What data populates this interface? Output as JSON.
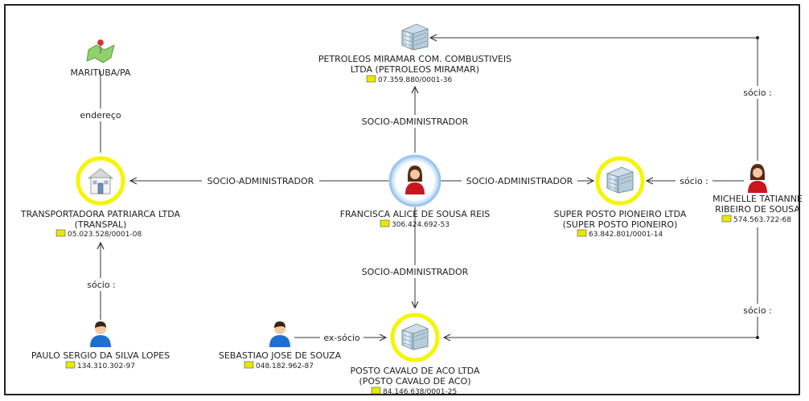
{
  "nodes": {
    "petroleos": {
      "name1": "PETROLEOS MIRAMAR COM. COMBUSTIVEIS",
      "name2": "LTDA (PETROLEOS MIRAMAR)",
      "doc": "07.359.880/0001-36",
      "icon": "building-icon"
    },
    "marituba": {
      "name1": "MARITUBA/PA",
      "icon": "map-pin-icon"
    },
    "transpal": {
      "name1": "TRANSPORTADORA PATRIARCA LTDA",
      "name2": "(TRANSPAL)",
      "doc": "05.023.528/0001-08",
      "icon": "house-icon"
    },
    "francisca": {
      "name1": "FRANCISCA ALICE DE SOUSA REIS",
      "doc": "306.424.692-53",
      "icon": "woman-icon"
    },
    "superposto": {
      "name1": "SUPER POSTO PIONEIRO LTDA",
      "name2": "(SUPER POSTO PIONEIRO)",
      "doc": "63.842.801/0001-14",
      "icon": "building-icon"
    },
    "michelle": {
      "name1": "MICHELLE TATIANNE",
      "name2": "RIBEIRO DE SOUSA",
      "doc": "574.563.722-68",
      "icon": "woman-icon"
    },
    "paulo": {
      "name1": "PAULO SERGIO DA SILVA LOPES",
      "doc": "134.310.302-97",
      "icon": "man-icon"
    },
    "sebastiao": {
      "name1": "SEBASTIAO JOSE DE SOUZA",
      "doc": "048.182.962-87",
      "icon": "man-icon"
    },
    "postocavalo": {
      "name1": "POSTO CAVALO DE ACO LTDA",
      "name2": "(POSTO CAVALO DE ACO)",
      "doc": "84.146.638/0001-25",
      "icon": "building-icon"
    }
  },
  "edges": {
    "endereco": "endereço",
    "socio_adm_up": "SOCIO-ADMINISTRADOR",
    "socio_adm_left": "SOCIO-ADMINISTRADOR",
    "socio_adm_right": "SOCIO-ADMINISTRADOR",
    "socio_adm_down": "SOCIO-ADMINISTRADOR",
    "socio_paulo": "sócio :",
    "socio_michelle_top": "sócio :",
    "socio_michelle_mid": "sócio :",
    "socio_michelle_bottom": "sócio :",
    "ex_socio": "ex-sócio"
  },
  "colors": {
    "highlight_yellow": "#f5f500",
    "highlight_blue": "#9cc6f0",
    "id_badge": "#e8e800"
  }
}
